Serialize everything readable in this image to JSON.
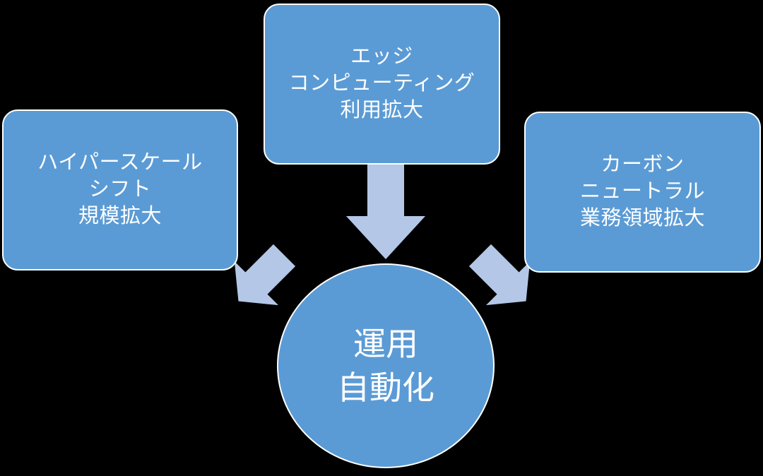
{
  "diagram": {
    "type": "convergence-diagram",
    "background_color": "#000000",
    "node_fill_color": "#5b9bd5",
    "node_border_color": "#ffffff",
    "arrow_color": "#b4c7e7",
    "text_color": "#ffffff",
    "nodes": {
      "hyperscale": {
        "shape": "rounded-rectangle",
        "lines": [
          "ハイパースケール",
          "シフト",
          "規模拡大"
        ]
      },
      "edge": {
        "shape": "rounded-rectangle",
        "lines": [
          "エッジ",
          "コンピューティング",
          "利用拡大"
        ]
      },
      "carbon": {
        "shape": "rounded-rectangle",
        "lines": [
          "カーボン",
          "ニュートラル",
          "業務領域拡大"
        ]
      },
      "center": {
        "shape": "ellipse",
        "lines": [
          "運用",
          "自動化"
        ]
      }
    },
    "arrows": [
      {
        "name": "arrow-hyperscale-to-center",
        "direction": "down-right",
        "from": "hyperscale",
        "to": "center"
      },
      {
        "name": "arrow-edge-to-center",
        "direction": "down",
        "from": "edge",
        "to": "center"
      },
      {
        "name": "arrow-carbon-to-center",
        "direction": "down-left",
        "from": "carbon",
        "to": "center"
      }
    ]
  }
}
